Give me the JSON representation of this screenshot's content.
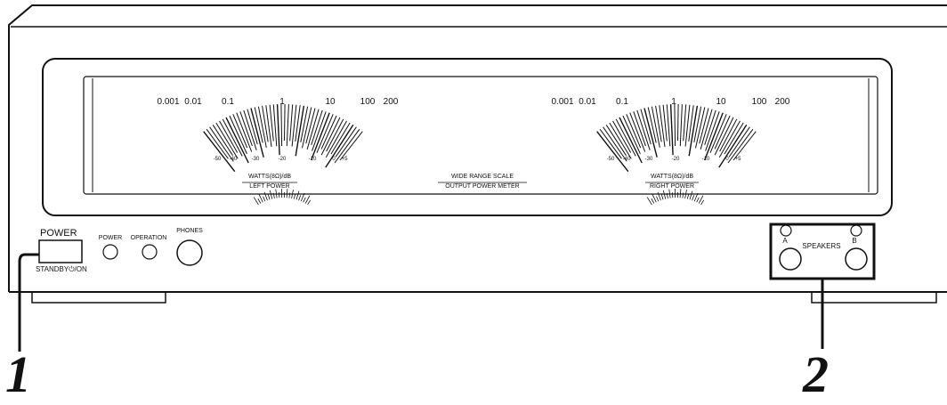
{
  "meter_panel": {
    "left_meter": {
      "watts_scale": [
        "0.001",
        "0.01",
        "0.1",
        "1",
        "10",
        "100",
        "200"
      ],
      "db_scale": [
        "-50",
        "-40",
        "-30",
        "-20",
        "-10",
        "0",
        "+5"
      ],
      "unit_label": "WATTS(8Ω)/dB",
      "name_label": "LEFT POWER"
    },
    "right_meter": {
      "watts_scale": [
        "0.001",
        "0.01",
        "0.1",
        "1",
        "10",
        "100",
        "200"
      ],
      "db_scale": [
        "-50",
        "-40",
        "-30",
        "-20",
        "-10",
        "0",
        "+5"
      ],
      "unit_label": "WATTS(8Ω)/dB",
      "name_label": "RIGHT POWER"
    },
    "center_title_line1": "WIDE RANGE SCALE",
    "center_title_line2": "OUTPUT POWER METER"
  },
  "controls": {
    "power_label": "POWER",
    "standby_label": "STANDBY⏻/ON",
    "power_indicator_label": "POWER",
    "operation_indicator_label": "OPERATION",
    "phones_label": "PHONES",
    "speakers_label": "SPEAKERS",
    "speaker_a_label": "A",
    "speaker_b_label": "B"
  },
  "callouts": [
    "1",
    "2"
  ]
}
